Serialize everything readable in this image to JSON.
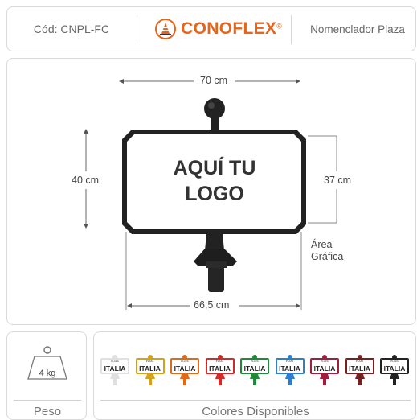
{
  "header": {
    "code": "Cód: CNPL-FC",
    "brand": "CONOFLEX",
    "brand_mark": "®",
    "title": "Nomenclador Plaza"
  },
  "diagram": {
    "width_top": "70 cm",
    "height_left": "40 cm",
    "height_right": "37 cm",
    "width_bottom": "66,5 cm",
    "area_line1": "Área",
    "area_line2": "Gráfica",
    "sign_line1": "AQUÍ TU",
    "sign_line2": "LOGO"
  },
  "weight": {
    "value": "4 kg",
    "label": "Peso",
    "icon": "weight-icon"
  },
  "colors": {
    "label": "Colores Disponibles",
    "sign_text": "ITALIA",
    "small_text": "PLAZA",
    "swatches": [
      "#e0e0e0",
      "#d4a21a",
      "#e06a1a",
      "#d42a2a",
      "#1f8a3a",
      "#2a7fd4",
      "#a01e3c",
      "#7a1f1f",
      "#222222"
    ]
  }
}
